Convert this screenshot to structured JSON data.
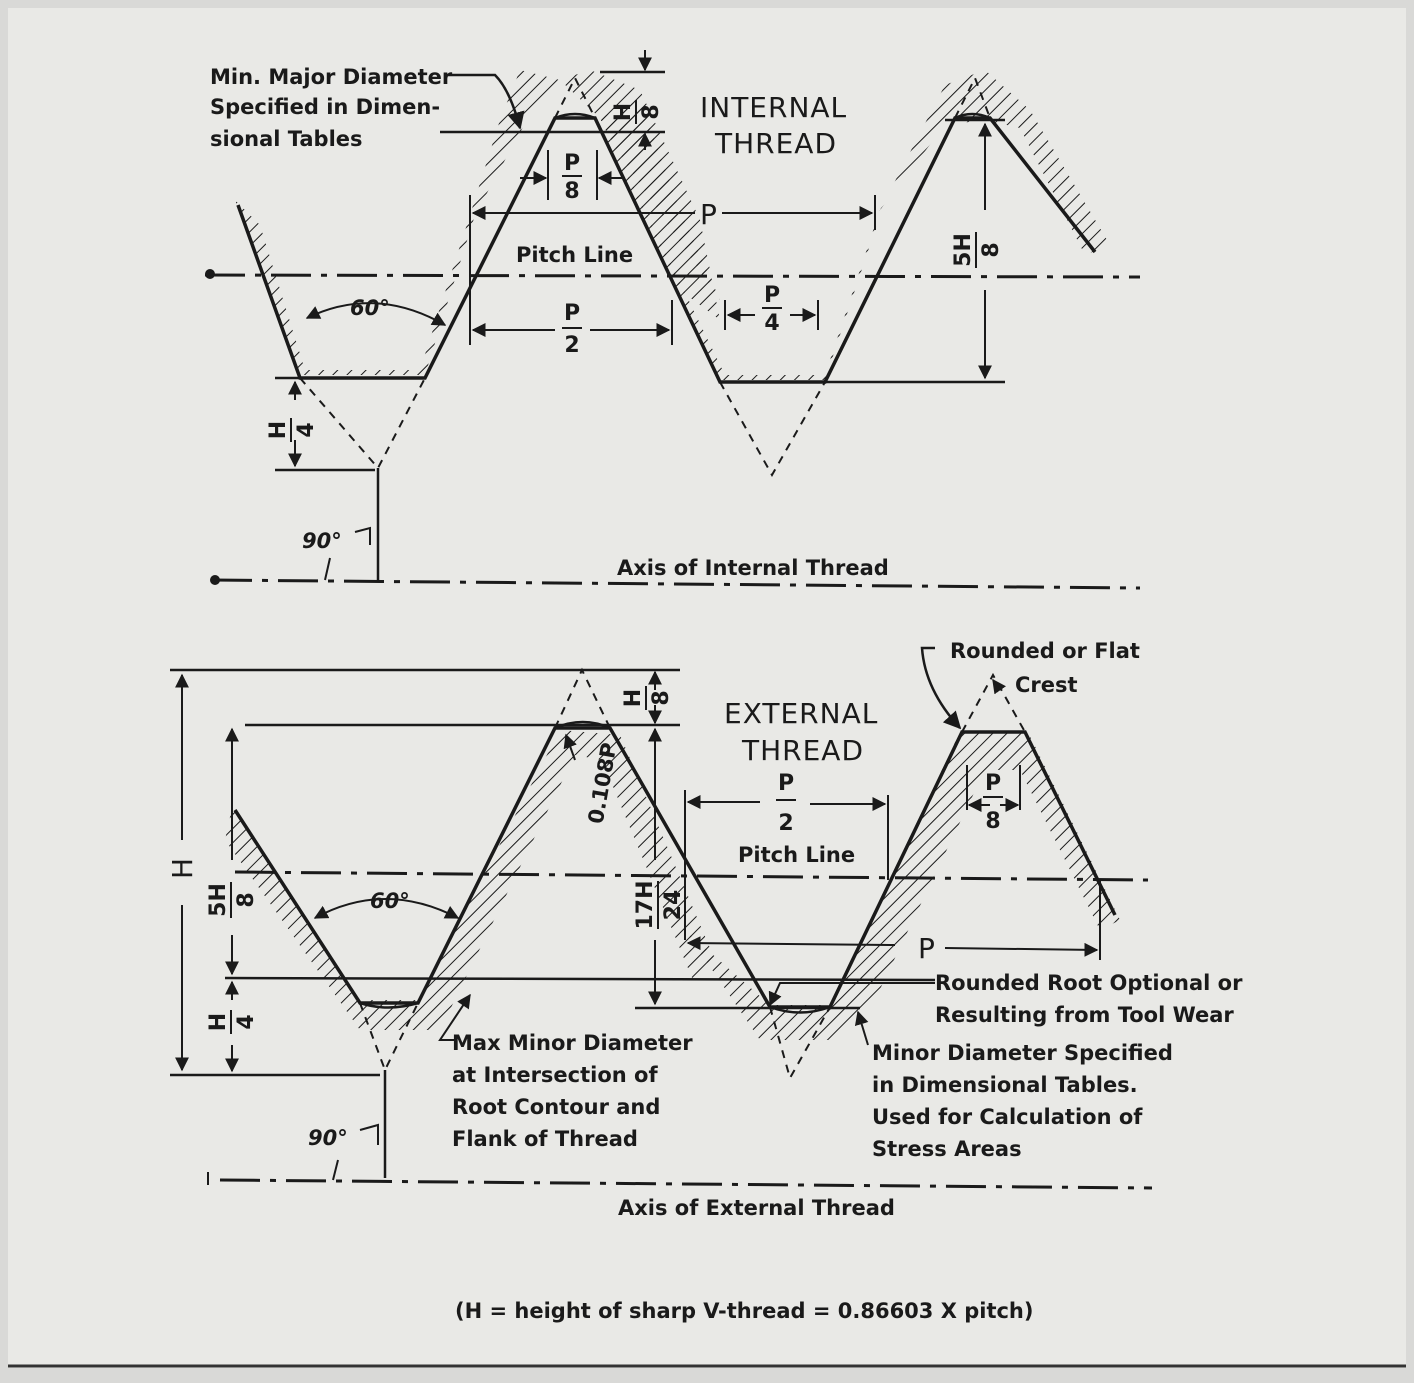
{
  "colors": {
    "ink": "#1a1a1a",
    "paper": "#e9e9e6",
    "background": "#d9d9d7"
  },
  "internal": {
    "title_line1": "INTERNAL",
    "title_line2": "THREAD",
    "min_major_line1": "Min. Major Diameter",
    "min_major_line2": "Specified in Dimen-",
    "min_major_line3": "sional Tables",
    "pitch_line": "Pitch Line",
    "angle_60": "60°",
    "angle_90": "90°",
    "axis": "Axis of Internal Thread",
    "p_label": "P",
    "frac_p8_num": "P",
    "frac_p8_den": "8",
    "frac_p2_num": "P",
    "frac_p2_den": "2",
    "frac_p4_num": "P",
    "frac_p4_den": "4",
    "frac_h8_num": "H",
    "frac_h8_den": "8",
    "frac_h4_num": "H",
    "frac_h4_den": "4",
    "frac_5h8_num": "5H",
    "frac_5h8_den": "8"
  },
  "external": {
    "title_line1": "EXTERNAL",
    "title_line2": "THREAD",
    "crest_line1": "Rounded or Flat",
    "crest_line2": "Crest",
    "pitch_line": "Pitch Line",
    "angle_60": "60°",
    "angle_90": "90°",
    "h_label": "H",
    "radius_label": "0.108P",
    "p_label": "P",
    "rounded_root_line1": "Rounded Root Optional or",
    "rounded_root_line2": "Resulting from Tool Wear",
    "minor_dia_line1": "Minor Diameter Specified",
    "minor_dia_line2": "in Dimensional Tables.",
    "minor_dia_line3": "Used for Calculation of",
    "minor_dia_line4": "Stress Areas",
    "max_minor_line1": "Max Minor Diameter",
    "max_minor_line2": "at Intersection of",
    "max_minor_line3": "Root Contour and",
    "max_minor_line4": "Flank of Thread",
    "axis": "Axis of External Thread",
    "frac_h8_num": "H",
    "frac_h8_den": "8",
    "frac_p2_num": "P",
    "frac_p2_den": "2",
    "frac_p8_num": "P",
    "frac_p8_den": "8",
    "frac_5h8_num": "5H",
    "frac_5h8_den": "8",
    "frac_h4_num": "H",
    "frac_h4_den": "4",
    "frac_17h24_num": "17H",
    "frac_17h24_den": "24"
  },
  "caption": "(H = height of sharp V-thread = 0.86603 X pitch)"
}
